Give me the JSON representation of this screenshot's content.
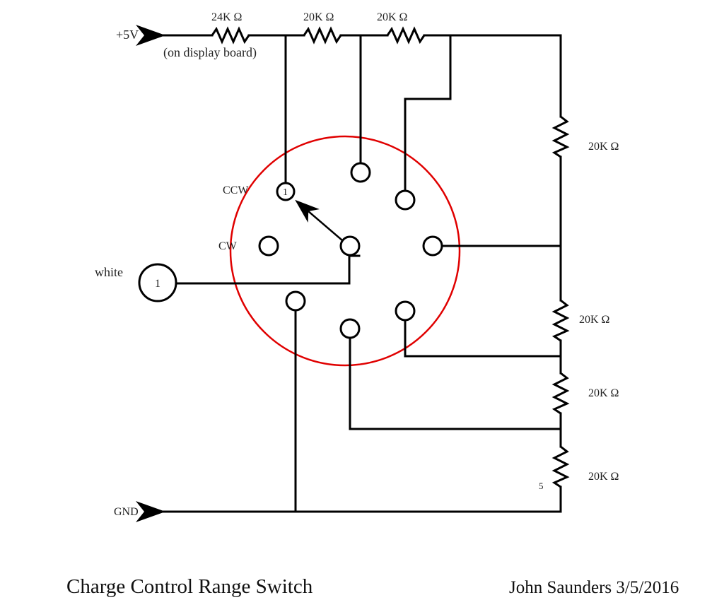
{
  "diagram": {
    "title": "Charge Control Range Switch",
    "author_date": "John Saunders 3/5/2016",
    "colors": {
      "wire": "#000000",
      "switch_body": "#e00000",
      "text": "#222222"
    },
    "rails": {
      "vcc": {
        "label": "+5V",
        "note": "(on display board)"
      },
      "gnd": {
        "label": "GND"
      }
    },
    "resistors": [
      {
        "id": "R1",
        "label": "24K Ω"
      },
      {
        "id": "R2",
        "label": "20K Ω"
      },
      {
        "id": "R3",
        "label": "20K Ω"
      },
      {
        "id": "R4",
        "label": "20K Ω"
      },
      {
        "id": "R5",
        "label": "20K Ω"
      },
      {
        "id": "R6",
        "label": "20K Ω"
      },
      {
        "id": "R7",
        "label": "20K Ω",
        "marker": "5"
      }
    ],
    "switch": {
      "ccw_label": "CCW",
      "cw_label": "CW",
      "position_1_label": "1",
      "terminals": 8
    },
    "connector": {
      "label": "white",
      "pin": "1"
    }
  }
}
